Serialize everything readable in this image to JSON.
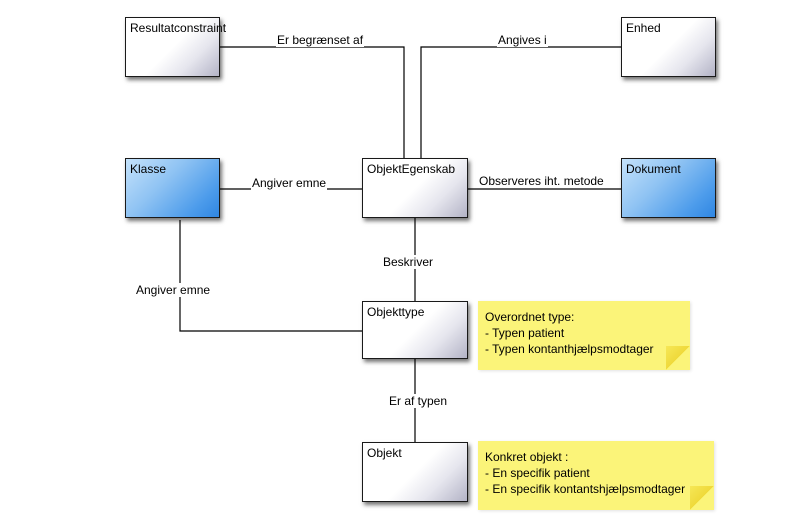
{
  "entities": {
    "resultatconstraint": {
      "name": "Resultatconstraint"
    },
    "enhed": {
      "name": "Enhed"
    },
    "klasse": {
      "name": "Klasse"
    },
    "objektegenskab": {
      "name": "ObjektEgenskab"
    },
    "dokument": {
      "name": "Dokument"
    },
    "objekttype": {
      "name": "Objekttype"
    },
    "objekt": {
      "name": "Objekt"
    }
  },
  "relations": {
    "er_begraenset_af": "Er begrænset af",
    "angives_i": "Angives i",
    "angiver_emne_top": "Angiver emne",
    "observeres_iht_metode": "Observeres iht. metode",
    "beskriver": "Beskriver",
    "angiver_emne_left": "Angiver emne",
    "er_af_typen": "Er af typen"
  },
  "notes": {
    "overordnet": {
      "lines": [
        "Overordnet type:",
        "- Typen patient",
        "- Typen kontanthjælpsmodtager"
      ]
    },
    "konkret": {
      "lines": [
        "Konkret objekt :",
        "- En specifik patient",
        "- En specifik kontantshjælpsmodtager"
      ]
    }
  },
  "colors": {
    "highlight_fill": "#4d9ceb",
    "note_fill": "#fbf479",
    "line": "#000000"
  }
}
